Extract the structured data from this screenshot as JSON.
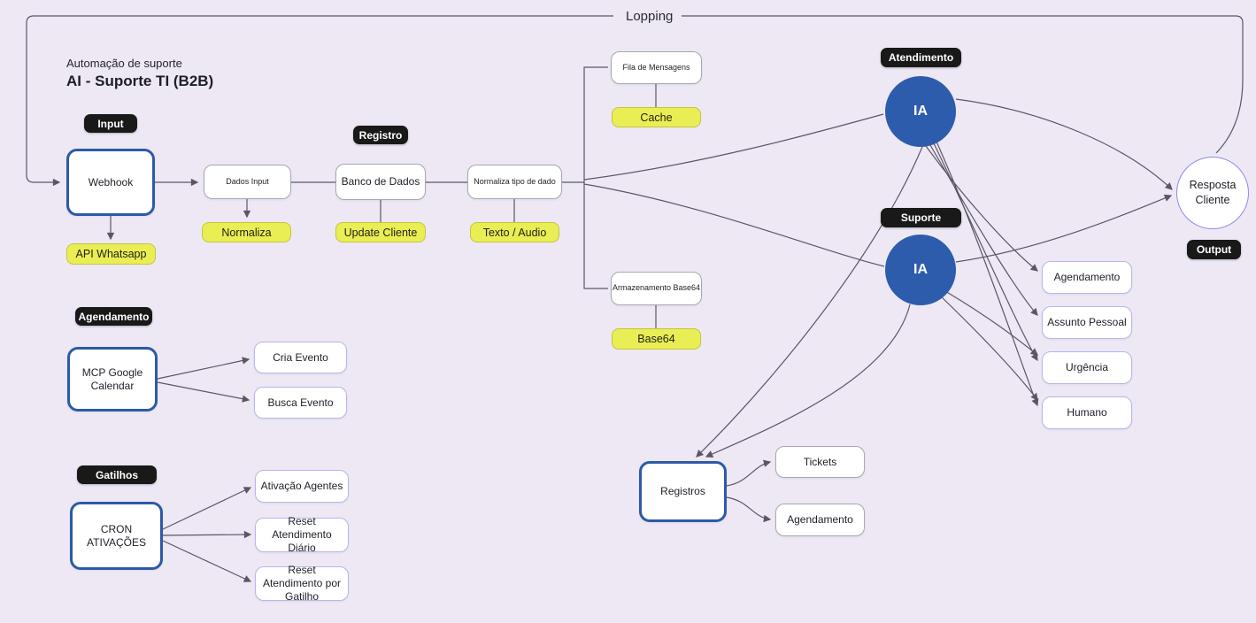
{
  "loop": {
    "label": "Lopping"
  },
  "header": {
    "subtitle": "Automação de suporte",
    "title": "AI - Suporte TI (B2B)"
  },
  "badges": {
    "input": "Input",
    "registro": "Registro",
    "atendimento": "Atendimento",
    "suporte": "Suporte",
    "output": "Output",
    "agendamento": "Agendamento",
    "gatilhos": "Gatilhos"
  },
  "nodes": {
    "webhook": "Webhook",
    "api_whatsapp": "API Whatsapp",
    "dados_input": "Dados Input",
    "normaliza": "Normaliza",
    "banco_dados": "Banco de Dados",
    "update_cliente": "Update Cliente",
    "normaliza_tipo": "Normaliza tipo de dado",
    "texto_audio": "Texto / Audio",
    "fila_mensagens": "Fila de Mensagens",
    "cache": "Cache",
    "armazenamento_base64": "Armazenamento Base64",
    "base64": "Base64",
    "ia_atendimento": "IA",
    "ia_suporte": "IA",
    "resposta_cliente": "Resposta Cliente",
    "agendamento_class": "Agendamento",
    "assunto_pessoal": "Assunto Pessoal",
    "urgencia": "Urgência",
    "humano": "Humano",
    "mcp_google_calendar": "MCP Google Calendar",
    "cria_evento": "Cria Evento",
    "busca_evento": "Busca Evento",
    "cron_ativacoes": "CRON ATIVAÇÕES",
    "ativacao_agentes": "Ativação Agentes",
    "reset_diario": "Reset Atendimento Diário",
    "reset_gatilho": "Reset Atendimento por Gatilho",
    "registros": "Registros",
    "tickets": "Tickets",
    "agendamento_registro": "Agendamento"
  },
  "edges": [
    {
      "from": "loop-top",
      "to": "webhook"
    },
    {
      "from": "resposta_cliente",
      "to": "loop-top"
    },
    {
      "from": "webhook",
      "to": "dados_input"
    },
    {
      "from": "webhook",
      "to": "api_whatsapp"
    },
    {
      "from": "dados_input",
      "to": "banco_dados"
    },
    {
      "from": "dados_input",
      "to": "normaliza"
    },
    {
      "from": "banco_dados",
      "to": "update_cliente"
    },
    {
      "from": "banco_dados",
      "to": "normaliza_tipo"
    },
    {
      "from": "normaliza_tipo",
      "to": "texto_audio"
    },
    {
      "from": "normaliza_tipo",
      "to": "fila_mensagens"
    },
    {
      "from": "normaliza_tipo",
      "to": "armazenamento_base64"
    },
    {
      "from": "normaliza_tipo",
      "to": "ia_atendimento"
    },
    {
      "from": "normaliza_tipo",
      "to": "ia_suporte"
    },
    {
      "from": "fila_mensagens",
      "to": "cache"
    },
    {
      "from": "armazenamento_base64",
      "to": "base64"
    },
    {
      "from": "ia_atendimento",
      "to": "resposta_cliente"
    },
    {
      "from": "ia_atendimento",
      "to": "agendamento_class"
    },
    {
      "from": "ia_atendimento",
      "to": "assunto_pessoal"
    },
    {
      "from": "ia_atendimento",
      "to": "urgencia"
    },
    {
      "from": "ia_atendimento",
      "to": "humano"
    },
    {
      "from": "ia_atendimento",
      "to": "registros"
    },
    {
      "from": "ia_suporte",
      "to": "resposta_cliente"
    },
    {
      "from": "ia_suporte",
      "to": "urgencia"
    },
    {
      "from": "ia_suporte",
      "to": "humano"
    },
    {
      "from": "ia_suporte",
      "to": "registros"
    },
    {
      "from": "mcp_google_calendar",
      "to": "cria_evento"
    },
    {
      "from": "mcp_google_calendar",
      "to": "busca_evento"
    },
    {
      "from": "cron_ativacoes",
      "to": "ativacao_agentes"
    },
    {
      "from": "cron_ativacoes",
      "to": "reset_diario"
    },
    {
      "from": "cron_ativacoes",
      "to": "reset_gatilho"
    },
    {
      "from": "registros",
      "to": "tickets"
    },
    {
      "from": "registros",
      "to": "agendamento_registro"
    }
  ],
  "colors": {
    "background": "#ede8f4",
    "connector": "#5b5566",
    "badge_black": "#191919",
    "node_yellow": "#eaee55",
    "accent_blue": "#2b5aa8",
    "ia_circle_blue": "#2d5cad",
    "output_circle_violet": "#9187ef"
  }
}
